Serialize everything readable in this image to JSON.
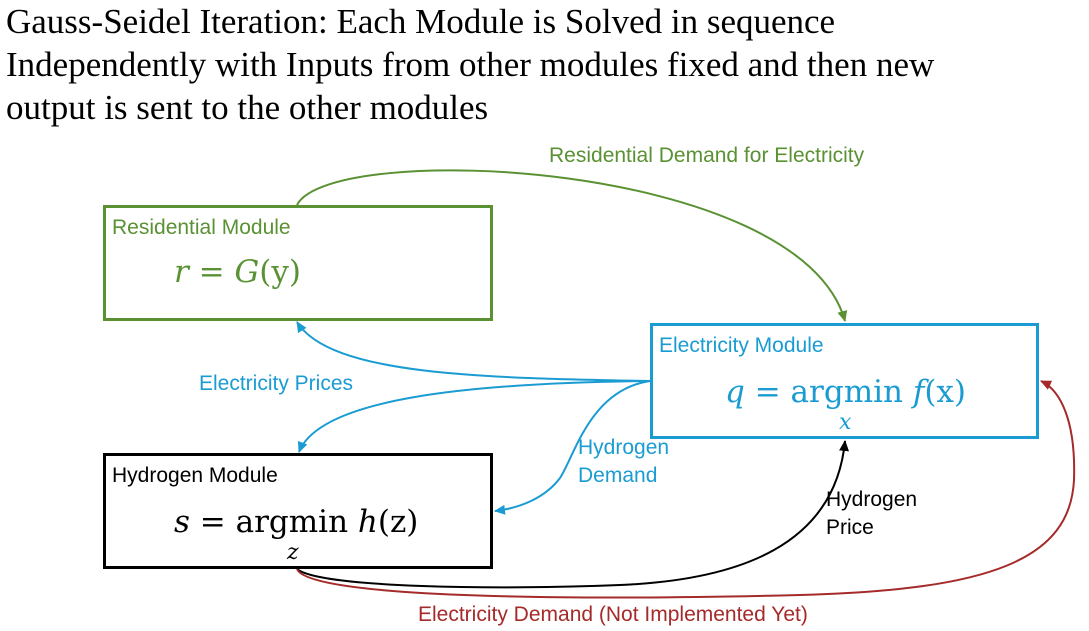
{
  "title": {
    "line1": "Gauss-Seidel Iteration: Each Module is Solved in sequence",
    "line2": "Independently with Inputs from other modules fixed and then new",
    "line3": "output is sent to the other modules"
  },
  "modules": {
    "residential": {
      "label": "Residential Module",
      "eq_lhs": "r",
      "eq_op": " = ",
      "eq_rhs": "G",
      "eq_arg": "(y)",
      "color": "#5a9133"
    },
    "electricity": {
      "label": "Electricity Module",
      "eq_lhs": "q",
      "eq_op": " = ",
      "eq_fn": "argmin ",
      "eq_rhs": "f",
      "eq_arg": "(x)",
      "eq_sub": "x",
      "color": "#1a9cd3"
    },
    "hydrogen": {
      "label": "Hydrogen Module",
      "eq_lhs": "s",
      "eq_op": " = ",
      "eq_fn": "argmin ",
      "eq_rhs": "h",
      "eq_arg": "(z)",
      "eq_sub": "z",
      "color": "#000000"
    }
  },
  "edges": {
    "residential_demand": {
      "label": "Residential Demand for Electricity",
      "color": "#5a9133"
    },
    "electricity_prices": {
      "label": "Electricity Prices",
      "color": "#1a9cd3"
    },
    "hydrogen_demand": {
      "line1": "Hydrogen",
      "line2": "Demand",
      "color": "#1a9cd3"
    },
    "hydrogen_price": {
      "line1": "Hydrogen",
      "line2": "Price",
      "color": "#000000"
    },
    "electricity_demand": {
      "label": "Electricity Demand (Not Implemented Yet)",
      "color": "#a52a2a"
    }
  }
}
